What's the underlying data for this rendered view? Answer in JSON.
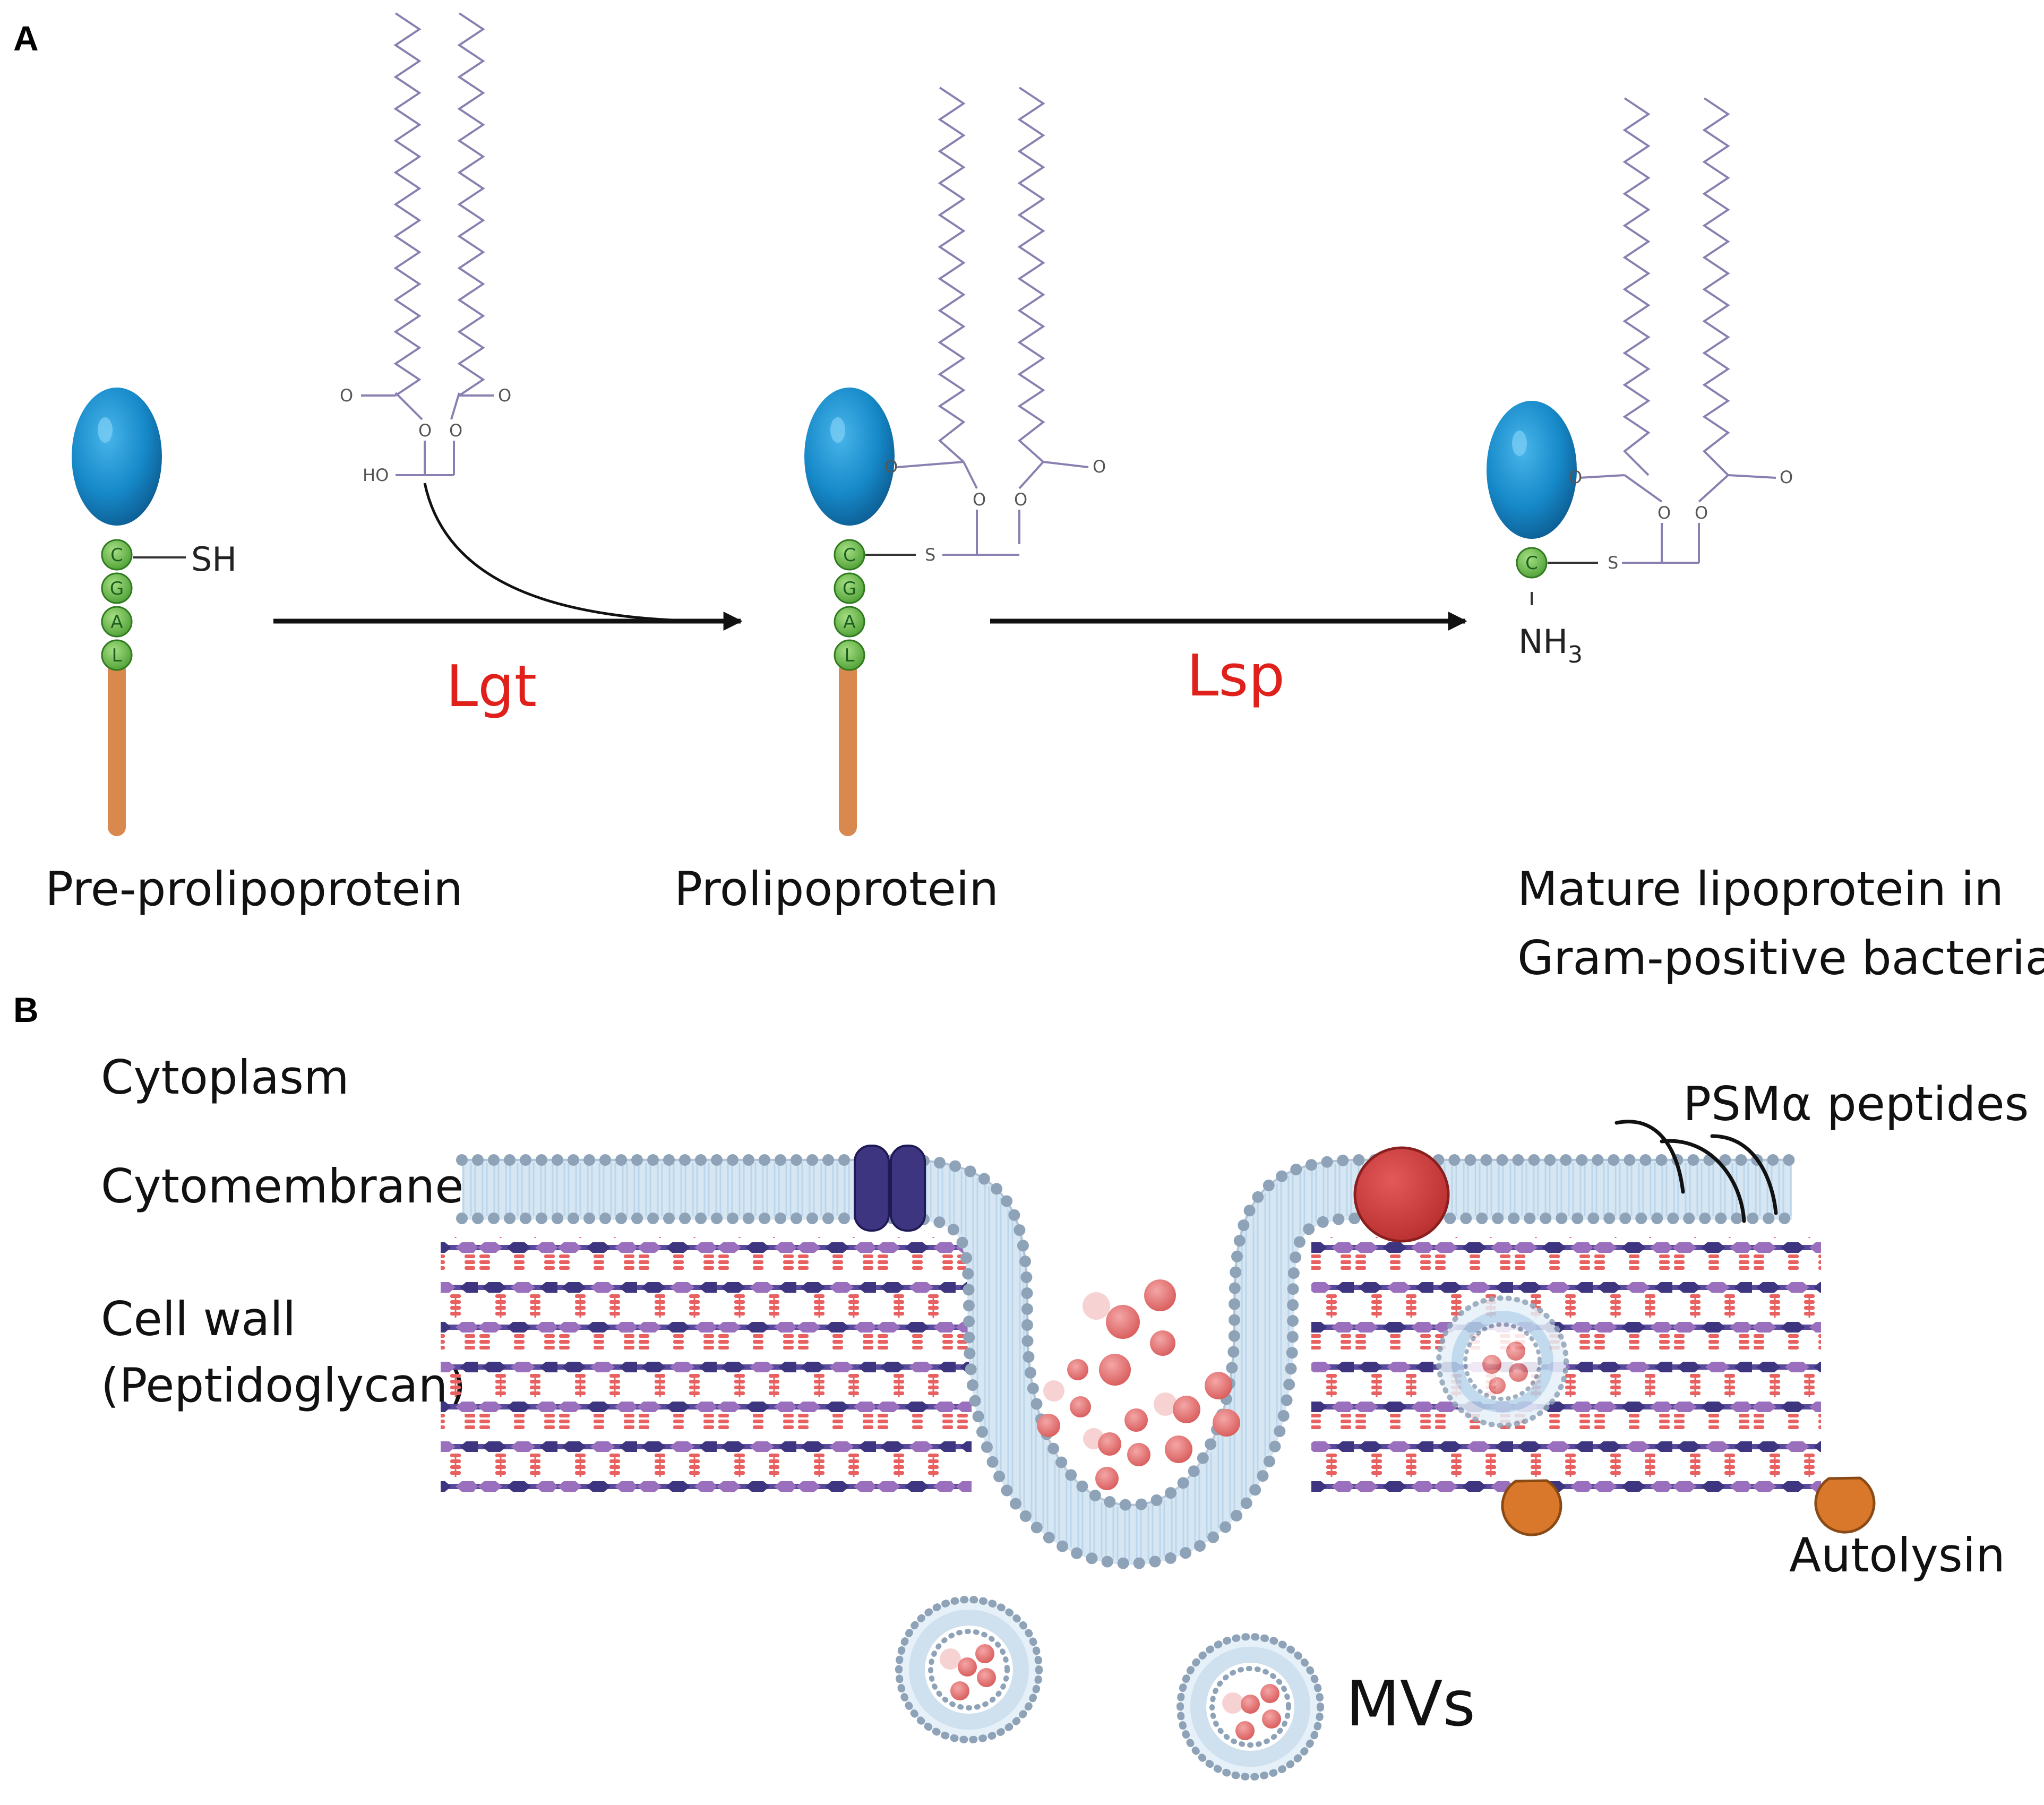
{
  "panel_a": {
    "letter": "A",
    "stages": [
      {
        "label": "Pre-prolipoprotein",
        "residues": [
          "C",
          "G",
          "A",
          "L"
        ],
        "thiol": "SH"
      },
      {
        "label": "Prolipoprotein",
        "residues": [
          "C",
          "G",
          "A",
          "L"
        ],
        "thio": "S"
      },
      {
        "label_line1": "Mature lipoprotein in",
        "label_line2": "Gram-positive bacteria",
        "residues": [
          "C"
        ],
        "thio": "S",
        "amine": "NH",
        "amine_sub": "3"
      }
    ],
    "lipid": {
      "hydroxyl": "HO",
      "carbonyl_o": "O",
      "ester_o": "O"
    },
    "enzymes": [
      "Lgt",
      "Lsp"
    ]
  },
  "panel_b": {
    "letter": "B",
    "labels": {
      "cytoplasm": "Cytoplasm",
      "cytomembrane": "Cytomembrane",
      "cell_wall_line1": "Cell wall",
      "cell_wall_line2": "(Peptidoglycan)",
      "psm": "PSMα peptides",
      "autolysin": "Autolysin",
      "mvs": "MVs"
    }
  },
  "colors": {
    "protein_blue": "#1689c9",
    "residue_green": "#6cbf4a",
    "stalk_orange": "#d9894d",
    "enzyme_red": "#e0201b",
    "lipid_purple": "#8a7fb0",
    "membrane_bead": "#8fa3b8",
    "channel_navy": "#3d3580",
    "cargo_pink": "#e06f6f",
    "autolysin_orange": "#d9782b"
  }
}
